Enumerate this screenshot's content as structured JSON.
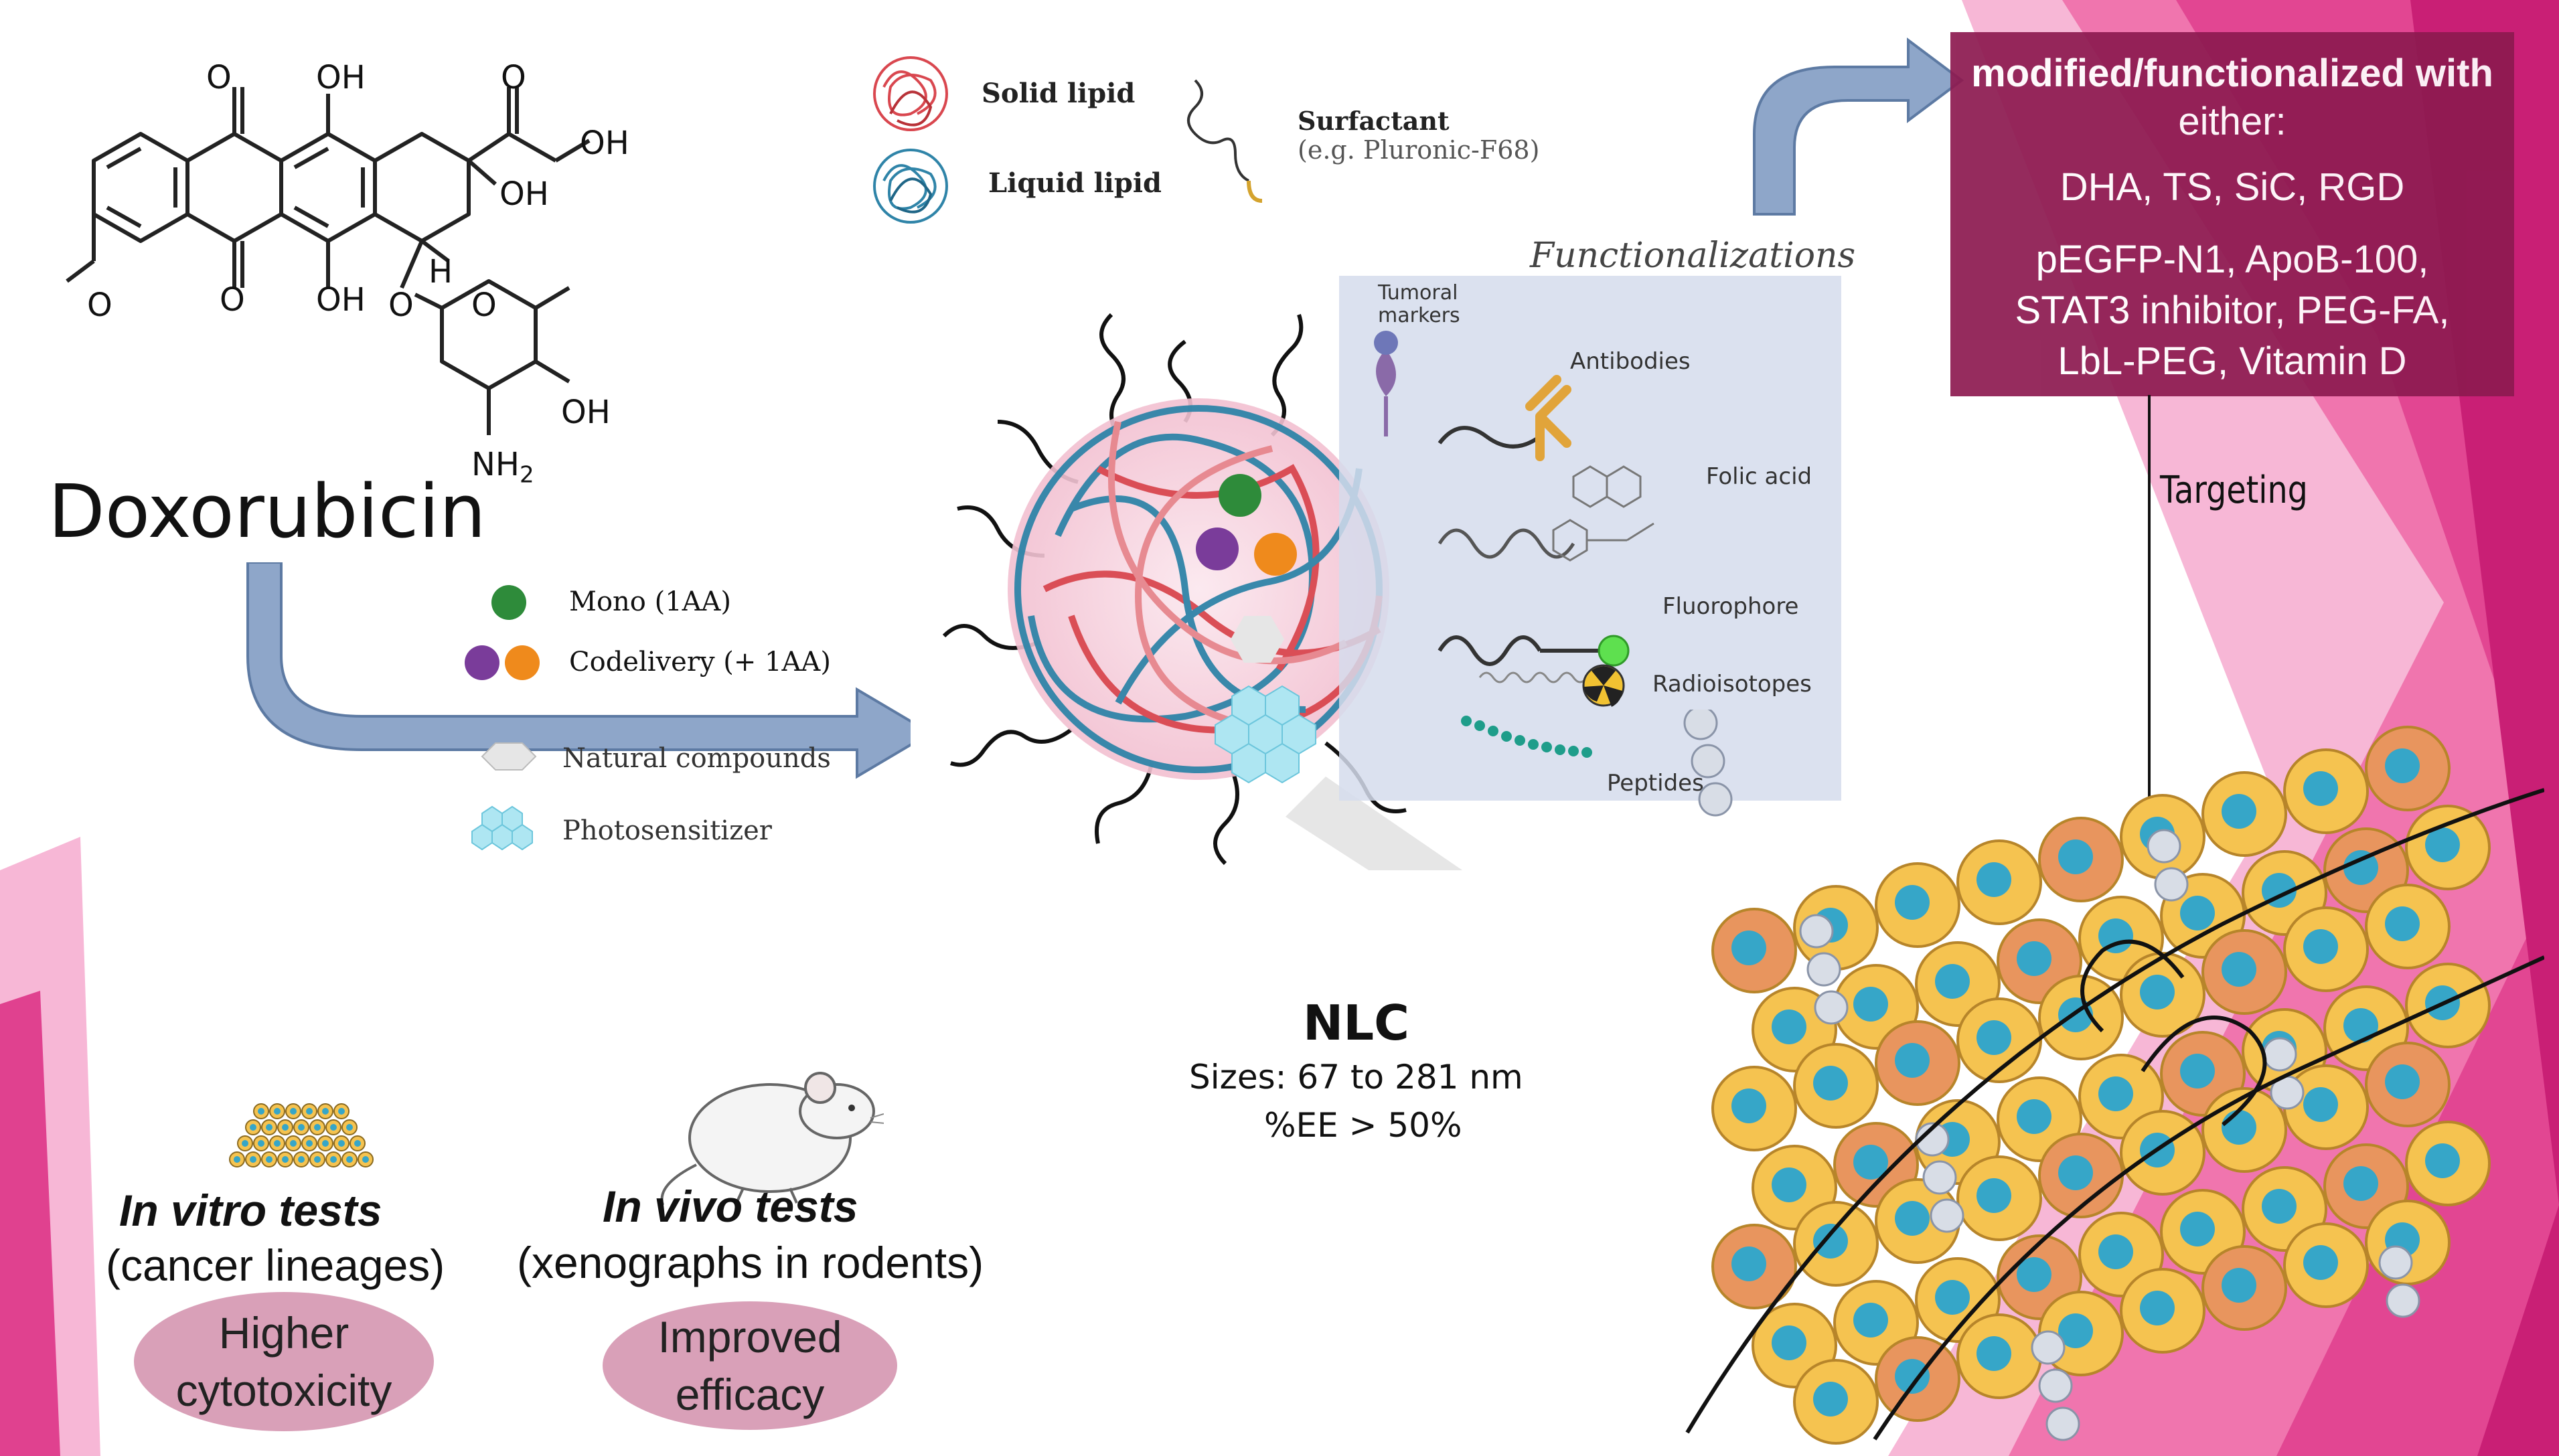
{
  "drug": {
    "name": "Doxorubicin",
    "atoms": {
      "o_top_left": "O",
      "oh_top_mid": "OH",
      "o_top_right": "O",
      "oh_chain": "OH",
      "oh_ring": "OH",
      "o_bottom_left": "O",
      "oh_bottom_mid": "OH",
      "h_label": "H",
      "o_glycoside": "O",
      "o_sugar": "O",
      "oh_sugar": "OH",
      "nh2": "NH",
      "nh2_sub": "2"
    }
  },
  "legend_top": {
    "solid_lipid": "Solid lipid",
    "liquid_lipid": "Liquid lipid",
    "surfactant": "Surfactant",
    "surfactant_example": "(e.g. Pluronic-F68)"
  },
  "legend_cargo": {
    "mono": "Mono (1AA)",
    "codelivery": "Codelivery (+ 1AA)",
    "natural": "Natural compounds",
    "photosensitizer": "Photosensitizer"
  },
  "functionalizations": {
    "title": "Functionalizations",
    "tumoral_markers_l1": "Tumoral",
    "tumoral_markers_l2": "markers",
    "antibodies": "Antibodies",
    "folic_acid": "Folic acid",
    "fluorophore": "Fluorophore",
    "radioisotopes": "Radioisotopes",
    "peptides": "Peptides"
  },
  "nlc": {
    "title": "NLC",
    "sizes": "Sizes: 67 to 281 nm",
    "ee": "%EE > 50%"
  },
  "modified_box": {
    "line1": "modified/functionalized with",
    "line2": "either:",
    "line3": "DHA, TS, SiC, RGD",
    "line4": "pEGFP-N1, ApoB-100,",
    "line5": "STAT3 inhibitor, PEG-FA,",
    "line6": "LbL-PEG, Vitamin D"
  },
  "targeting": "Targeting",
  "in_vitro": {
    "title": "In vitro tests",
    "subtitle": "(cancer lineages)",
    "result_l1": "Higher",
    "result_l2": "cytotoxicity"
  },
  "in_vivo": {
    "title": "In vivo tests",
    "subtitle": "(xenographs in rodents)",
    "result_l1": "Improved",
    "result_l2": "efficacy"
  },
  "colors": {
    "solid_lipid": "#d9474f",
    "liquid_lipid": "#2f84a8",
    "arrow": "#8ea6c9",
    "mod_box": "#8d1a50",
    "pink_band": "#e0418f",
    "ellipse": "#d9a0b8",
    "mono_drug": "#2e8b3a",
    "codelivery_a": "#7a3c9a",
    "codelivery_b": "#ef8a1c",
    "cell_yellow": "#f5c350",
    "cell_orange": "#e8955e",
    "nucleus": "#36a6c8"
  }
}
